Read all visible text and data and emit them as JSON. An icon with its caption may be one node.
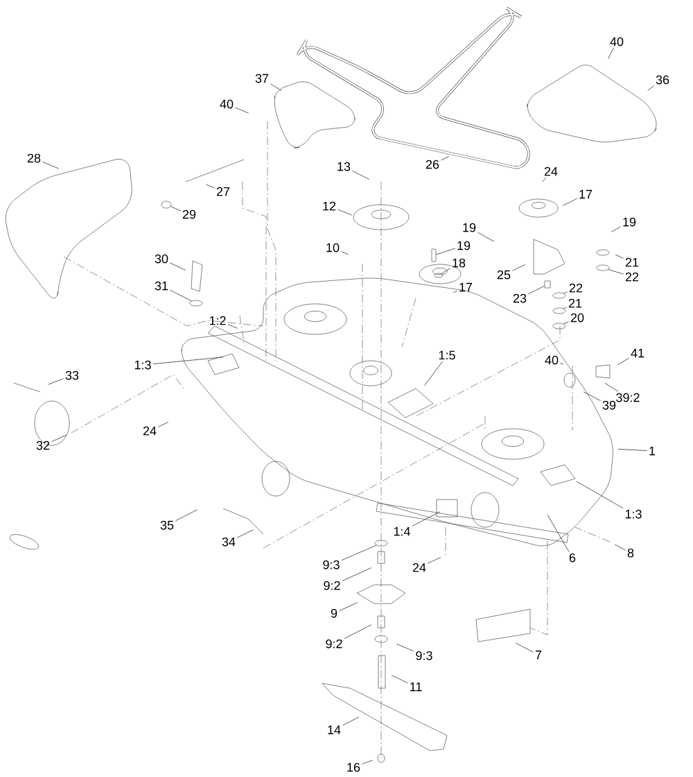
{
  "diagram": {
    "nodes": [
      {
        "text": [
          "37"
        ]
      },
      {
        "text": [
          "40"
        ]
      },
      {
        "text": [
          "40"
        ]
      },
      {
        "text": [
          "36"
        ]
      },
      {
        "text": [
          "26"
        ]
      },
      {
        "text": [
          "28"
        ]
      },
      {
        "text": [
          "27"
        ]
      },
      {
        "text": [
          "29"
        ]
      },
      {
        "text": [
          "13"
        ]
      },
      {
        "text": [
          "12"
        ]
      },
      {
        "text": [
          "24"
        ]
      },
      {
        "text": [
          "17"
        ]
      },
      {
        "text": [
          "19"
        ]
      },
      {
        "text": [
          "19"
        ]
      },
      {
        "text": [
          "10"
        ]
      },
      {
        "text": [
          "19"
        ]
      },
      {
        "text": [
          "18"
        ]
      },
      {
        "text": [
          "25"
        ]
      },
      {
        "text": [
          "21"
        ]
      },
      {
        "text": [
          "22"
        ]
      },
      {
        "text": [
          "17"
        ]
      },
      {
        "text": [
          "23"
        ]
      },
      {
        "text": [
          "22"
        ]
      },
      {
        "text": [
          "21"
        ]
      },
      {
        "text": [
          "20"
        ]
      },
      {
        "text": [
          "30"
        ]
      },
      {
        "text": [
          "31"
        ]
      },
      {
        "text": [
          "1:2"
        ]
      },
      {
        "text": [
          "1:3"
        ]
      },
      {
        "text": [
          "1:5"
        ]
      },
      {
        "text": [
          "40"
        ]
      },
      {
        "text": [
          "41"
        ]
      },
      {
        "text": [
          "39:2"
        ]
      },
      {
        "text": [
          "39"
        ]
      },
      {
        "text": [
          "33"
        ]
      },
      {
        "text": [
          "32"
        ]
      },
      {
        "text": [
          "24"
        ]
      },
      {
        "text": [
          "1"
        ]
      },
      {
        "text": [
          "1:3"
        ]
      },
      {
        "text": [
          "1:4"
        ]
      },
      {
        "text": [
          "6"
        ]
      },
      {
        "text": [
          "8"
        ]
      },
      {
        "text": [
          "35"
        ]
      },
      {
        "text": [
          "34"
        ]
      },
      {
        "text": [
          "24"
        ]
      },
      {
        "text": [
          "9:3"
        ]
      },
      {
        "text": [
          "9:2"
        ]
      },
      {
        "text": [
          "9"
        ]
      },
      {
        "text": [
          "9:2"
        ]
      },
      {
        "text": [
          "9:3"
        ]
      },
      {
        "text": [
          "11"
        ]
      },
      {
        "text": [
          "7"
        ]
      },
      {
        "text": [
          "14"
        ]
      },
      {
        "text": [
          "16"
        ]
      },
      {
        "text": [],
        "shape": "circle"
      },
      {
        "text": [],
        "shape": "circle"
      },
      {
        "text": [],
        "shape": "circle"
      },
      {
        "text": [],
        "shape": "circle"
      },
      {
        "text": [],
        "shape": "box"
      },
      {
        "text": [],
        "shape": "circle"
      },
      {
        "text": [],
        "shape": "box"
      },
      {
        "text": [],
        "shape": "circle"
      },
      {
        "text": [],
        "shape": "circle"
      },
      {
        "text": [],
        "shape": "circle"
      }
    ],
    "edges": [
      {
        "from": 0,
        "to": null,
        "arrow": "none"
      },
      {
        "from": 1,
        "to": null,
        "arrow": "none"
      },
      {
        "from": 2,
        "to": null,
        "arrow": "none"
      },
      {
        "from": 3,
        "to": null,
        "arrow": "none"
      },
      {
        "from": 4,
        "to": null,
        "arrow": "none"
      },
      {
        "from": 5,
        "to": null,
        "arrow": "none"
      },
      {
        "from": 6,
        "to": null,
        "arrow": "none"
      },
      {
        "from": 7,
        "to": 57,
        "arrow": "none"
      },
      {
        "from": 8,
        "to": null,
        "arrow": "none"
      },
      {
        "from": 9,
        "to": null,
        "arrow": "none"
      },
      {
        "from": 10,
        "to": null,
        "arrow": "none"
      },
      {
        "from": 11,
        "to": null,
        "arrow": "none"
      },
      {
        "from": 12,
        "to": null,
        "arrow": "none"
      },
      {
        "from": 13,
        "to": null,
        "arrow": "none"
      },
      {
        "from": 14,
        "to": null,
        "arrow": "none"
      },
      {
        "from": 15,
        "to": 58,
        "arrow": "none"
      },
      {
        "from": 16,
        "to": 59,
        "arrow": "none"
      },
      {
        "from": 17,
        "to": null,
        "arrow": "none"
      },
      {
        "from": 18,
        "to": null,
        "arrow": "none"
      },
      {
        "from": 19,
        "to": 54,
        "arrow": "none"
      },
      {
        "from": 20,
        "to": null,
        "arrow": "none"
      },
      {
        "from": 21,
        "to": 60,
        "arrow": "none"
      },
      {
        "from": 22,
        "to": 61,
        "arrow": "none"
      },
      {
        "from": 23,
        "to": 62,
        "arrow": "none"
      },
      {
        "from": 24,
        "to": 63,
        "arrow": "none"
      },
      {
        "from": 25,
        "to": null,
        "arrow": "none"
      },
      {
        "from": 26,
        "to": 55,
        "arrow": "none"
      },
      {
        "from": 27,
        "to": null,
        "arrow": "none"
      },
      {
        "from": 28,
        "to": null,
        "arrow": "none"
      },
      {
        "from": 29,
        "to": null,
        "arrow": "none"
      },
      {
        "from": 30,
        "to": null,
        "arrow": "none"
      },
      {
        "from": 31,
        "to": null,
        "arrow": "none"
      },
      {
        "from": 32,
        "to": null,
        "arrow": "none"
      },
      {
        "from": 33,
        "to": null,
        "arrow": "none"
      },
      {
        "from": 34,
        "to": null,
        "arrow": "none"
      },
      {
        "from": 35,
        "to": null,
        "arrow": "none"
      },
      {
        "from": 36,
        "to": null,
        "arrow": "none"
      },
      {
        "from": 37,
        "to": null,
        "arrow": "none"
      },
      {
        "from": 38,
        "to": null,
        "arrow": "none"
      },
      {
        "from": 39,
        "to": null,
        "arrow": "none"
      },
      {
        "from": 40,
        "to": null,
        "arrow": "none"
      },
      {
        "from": 41,
        "to": null,
        "arrow": "none"
      },
      {
        "from": 42,
        "to": null,
        "arrow": "none"
      },
      {
        "from": 43,
        "to": null,
        "arrow": "none"
      },
      {
        "from": 44,
        "to": null,
        "arrow": "none"
      },
      {
        "from": 45,
        "to": 56,
        "arrow": "none"
      },
      {
        "from": 46,
        "to": null,
        "arrow": "none"
      },
      {
        "from": 47,
        "to": null,
        "arrow": "none"
      },
      {
        "from": 48,
        "to": null,
        "arrow": "none"
      },
      {
        "from": 49,
        "to": null,
        "arrow": "none"
      },
      {
        "from": 50,
        "to": null,
        "arrow": "none"
      },
      {
        "from": 51,
        "to": null,
        "arrow": "none"
      },
      {
        "from": 52,
        "to": null,
        "arrow": "none"
      },
      {
        "from": 53,
        "to": null,
        "arrow": "none"
      }
    ]
  }
}
